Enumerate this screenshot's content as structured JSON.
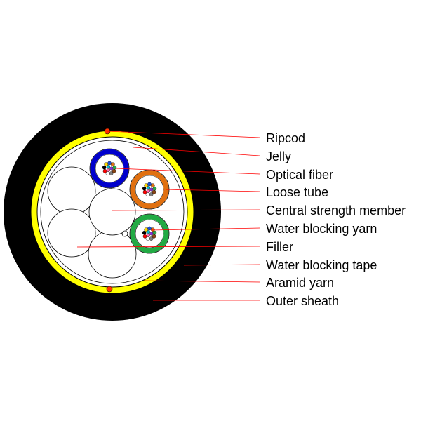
{
  "labels": [
    {
      "key": "ripcod",
      "text": "Ripcod"
    },
    {
      "key": "jelly",
      "text": "Jelly"
    },
    {
      "key": "optical-fiber",
      "text": "Optical fiber"
    },
    {
      "key": "loose-tube",
      "text": "Loose tube"
    },
    {
      "key": "central-strength-member",
      "text": "Central strength member"
    },
    {
      "key": "water-blocking-yarn",
      "text": "Water blocking yarn"
    },
    {
      "key": "filler",
      "text": "Filler"
    },
    {
      "key": "water-blocking-tape",
      "text": "Water blocking tape"
    },
    {
      "key": "aramid-yarn",
      "text": "Aramid yarn"
    },
    {
      "key": "outer-sheath",
      "text": "Outer sheath"
    }
  ],
  "colors": {
    "outer_sheath": "#000000",
    "aramid_yarn": "#ffff00",
    "ripcord": "#ff3300",
    "leader_line": "#ff0000",
    "tube_blue": "#0000cc",
    "tube_orange": "#e07010",
    "tube_green": "#22aa44",
    "fiber_colors": [
      "#1a4fd6",
      "#e07010",
      "#2aa84a",
      "#8b4513",
      "#808080",
      "#ffffff",
      "#ff0000",
      "#000000",
      "#ffd700",
      "#8a2be2",
      "#ff69b4",
      "#00bcd4"
    ]
  }
}
